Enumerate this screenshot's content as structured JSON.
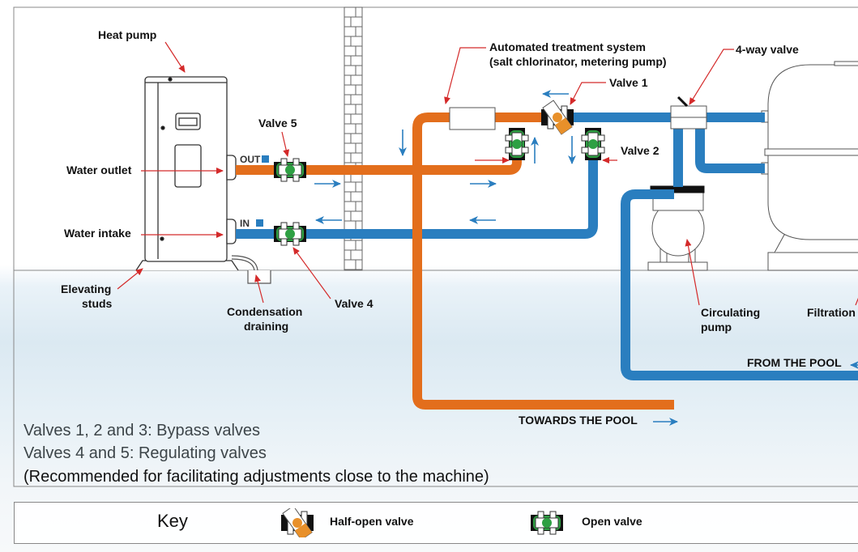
{
  "colors": {
    "hot_pipe": "#e36e1c",
    "cold_pipe": "#2a7ebf",
    "valve_green": "#2ea043",
    "arrow_red": "#d42a2a",
    "flow_arrow": "#2a7ebf"
  },
  "labels": {
    "heat_pump": "Heat pump",
    "water_outlet": "Water outlet",
    "water_intake": "Water intake",
    "elevating_studs_1": "Elevating",
    "elevating_studs_2": "studs",
    "condensation_1": "Condensation",
    "condensation_2": "draining",
    "valve_5": "Valve 5",
    "valve_4": "Valve 4",
    "valve_1": "Valve 1",
    "valve_2": "Valve 2",
    "out_tag": "OUT",
    "in_tag": "IN",
    "treatment_1": "Automated treatment system",
    "treatment_2": "(salt chlorinator, metering pump)",
    "four_way_valve": "4-way valve",
    "circulating_1": "Circulating",
    "circulating_2": "pump",
    "filtration": "Filtration",
    "from_pool": "FROM THE POOL",
    "towards_pool": "TOWARDS THE POOL"
  },
  "notes": [
    "Valves 1, 2 and 3: Bypass valves",
    "Valves 4 and 5: Regulating valves",
    "(Recommended for facilitating adjustments close to the machine)"
  ],
  "key": {
    "title": "Key",
    "items": [
      {
        "icon": "half-open-valve-icon",
        "label": "Half-open valve"
      },
      {
        "icon": "open-valve-icon",
        "label": "Open valve"
      }
    ]
  }
}
